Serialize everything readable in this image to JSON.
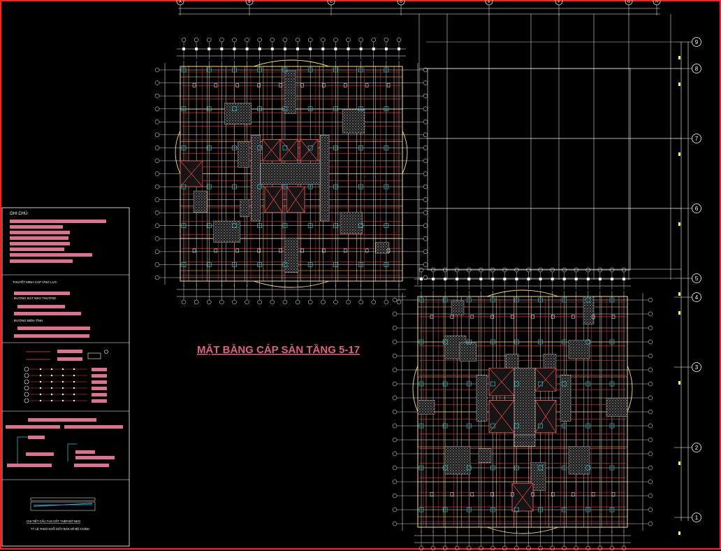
{
  "drawing": {
    "title": "MẶT BẰNG CÁP SÀN TẦNG 5-17",
    "colors": {
      "background": "#000000",
      "frame": "#ff2020",
      "grid": "#ffffff",
      "beam": "#ffe070",
      "cable": "#ff4040",
      "legend_text": "#e07090",
      "hatch": "#b0b0b0",
      "cyan": "#20e0e0",
      "title": "#e06080"
    }
  },
  "legend": {
    "heading": "GHI CHÚ:",
    "section2_title": "THUYẾT MINH CÁP ỨNG LỰC",
    "section2_sub1": "ĐƯỜNG ĐẶT NEO THƯỜNG",
    "section2_sub2": "ĐƯỜNG BIÊN TĨNH",
    "detail_caption_1": "CHI TIẾT CẤU TẠO CỐT THÉP ĐỠ NEO",
    "detail_caption_2": "TỶ LỆ THEO KHỔ GIẤY BẢN VẼ BỘ CHÍNH"
  },
  "grid_bubbles_right": [
    "9",
    "8",
    "7",
    "6",
    "5",
    "4",
    "3",
    "2",
    "1"
  ],
  "grid_bubbles_top": [
    "A",
    "B",
    "C",
    "D",
    "E",
    "F",
    "G",
    "H"
  ]
}
